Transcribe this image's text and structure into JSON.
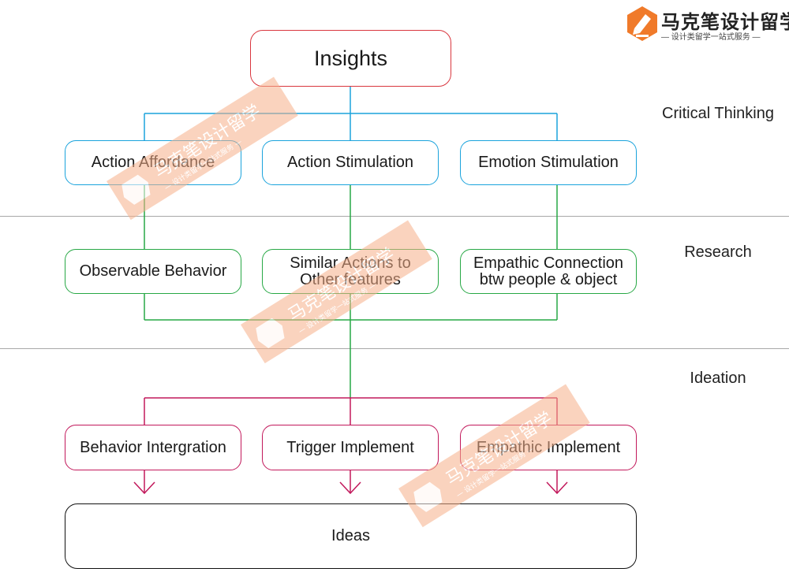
{
  "logo": {
    "title": "马克笔设计留学",
    "subtitle": "— 设计类留学一站式服务 —",
    "accent": "#f07a2a"
  },
  "stages": {
    "critical_thinking": "Critical Thinking",
    "research": "Research",
    "ideation": "Ideation"
  },
  "nodes": {
    "insights": "Insights",
    "action_affordance": "Action Affordance",
    "action_stimulation": "Action Stimulation",
    "emotion_stimulation": "Emotion Stimulation",
    "observable_behavior": "Observable Behavior",
    "similar_actions": "Similar Actions to Other features",
    "empathic_connection": "Empathic Connection btw people & object",
    "behavior_integration": "Behavior Intergration",
    "trigger_implement": "Trigger Implement",
    "empathic_implement": "Empathic Implement",
    "ideas": "Ideas"
  },
  "colors": {
    "insights": "#d9363e",
    "critical": "#1aa3dc",
    "research": "#27a845",
    "ideation": "#c2185b",
    "ideas": "#111111"
  },
  "watermark": {
    "title": "马克笔设计留学",
    "subtitle": "— 设计类留学一站式服务 —"
  }
}
